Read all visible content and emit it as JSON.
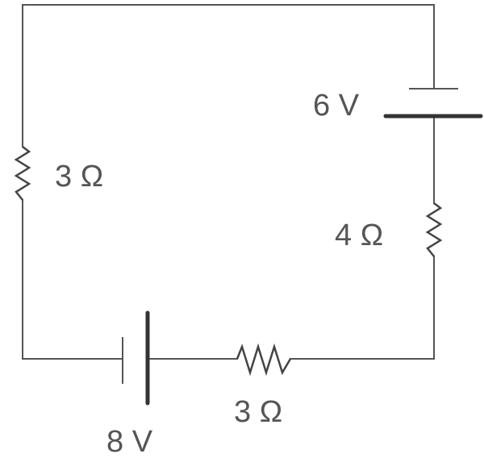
{
  "circuit": {
    "battery_right": {
      "label": "6 V"
    },
    "battery_bottom": {
      "label": "8 V"
    },
    "resistor_left": {
      "label": "3 Ω"
    },
    "resistor_right": {
      "label": "4 Ω"
    },
    "resistor_bottom": {
      "label": "3 Ω"
    }
  },
  "colors": {
    "wire": "#555555",
    "text": "#555555",
    "background": "#ffffff"
  }
}
